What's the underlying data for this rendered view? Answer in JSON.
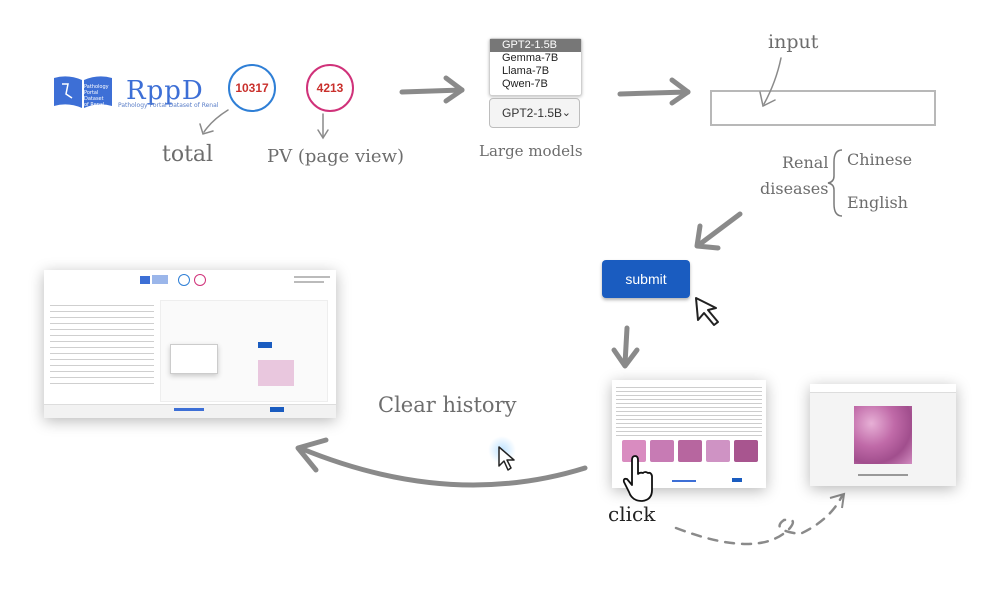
{
  "logo": {
    "title": "RppD",
    "subtitle": "Pathology Portal Dataset of Renal",
    "book_text": "Pathology Portal Dataset of Renal"
  },
  "counters": {
    "total_value": "10317",
    "pv_value": "4213"
  },
  "labels": {
    "total": "total",
    "pv": "PV (page view)",
    "large_models": "Large models",
    "input": "input",
    "renal": "Renal\ndiseases",
    "chinese": "Chinese",
    "english": "English",
    "clear_history": "Clear history",
    "click": "click"
  },
  "models": {
    "options": [
      "GPT2-1.5B",
      "Gemma-7B",
      "Llama-7B",
      "Qwen-7B"
    ],
    "selected": "GPT2-1.5B"
  },
  "submit_label": "submit",
  "colors": {
    "brand_blue": "#3d6fd6",
    "counter_total": "#2f7fd6",
    "counter_pv": "#d0327a",
    "counter_text": "#c9302c",
    "submit_bg": "#1a5cc0",
    "arrow_gray": "#8a8a8a",
    "tissue_pink": "#d98cc0"
  }
}
